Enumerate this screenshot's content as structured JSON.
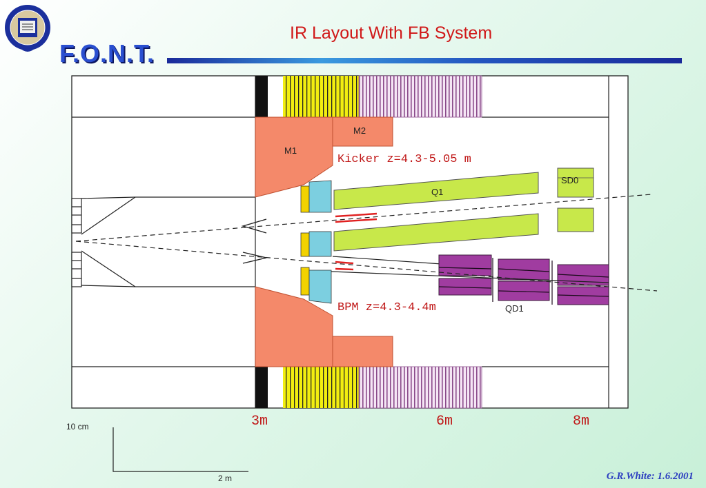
{
  "slide": {
    "title": "IR Layout With FB System",
    "logo_text": "F.O.N.T.",
    "footer": "G.R.White: 1.6.2001",
    "crest_icon": "university-of-oxford-crest-icon"
  },
  "diagram": {
    "labels": {
      "m1": "M1",
      "m2": "M2",
      "q1": "Q1",
      "sd0": "SD0",
      "qd1": "QD1",
      "kicker": "Kicker z=4.3-5.05 m",
      "bpm": "BPM z=4.3-4.4m"
    },
    "axis_labels": {
      "3m": "3m",
      "6m": "6m",
      "8m": "8m"
    },
    "scale": {
      "vertical": "10 cm",
      "horizontal": "2 m"
    },
    "colors": {
      "mask": "#f4896a",
      "q1": "#c8e84a",
      "qd1": "#a03ca0",
      "kicker": "#e02020",
      "bpm_yellow": "#f2d200",
      "bpm_cyan": "#7ccfe0",
      "title": "#d01818",
      "logo": "#2a4fd0"
    }
  }
}
